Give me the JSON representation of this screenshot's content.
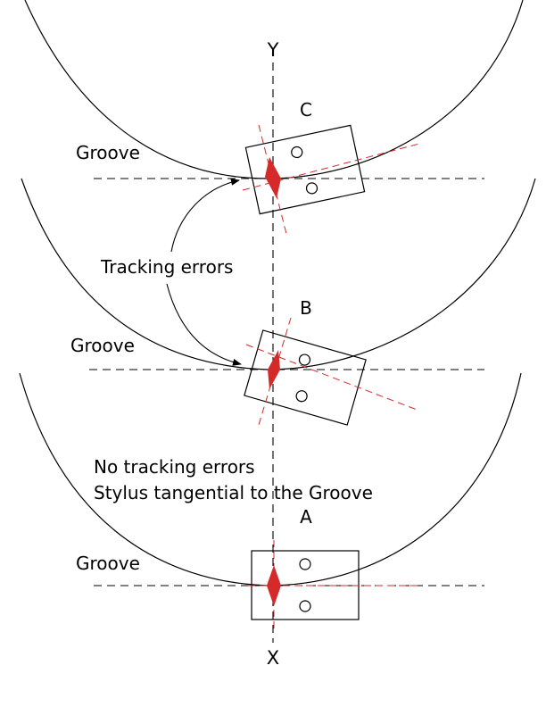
{
  "labels": {
    "y_axis": "Y",
    "x_axis": "X",
    "cartridge_c": "C",
    "cartridge_b": "B",
    "cartridge_a": "A",
    "groove_top": "Groove",
    "groove_middle": "Groove",
    "groove_bottom": "Groove",
    "tracking_errors": "Tracking errors",
    "no_tracking_errors_line1": "No tracking errors",
    "no_tracking_errors_line2": "Stylus tangential to the Groove"
  },
  "colors": {
    "stylus": "#d42a2a",
    "red_guide": "#d42a2a",
    "line": "#000000",
    "background": "#ffffff"
  }
}
